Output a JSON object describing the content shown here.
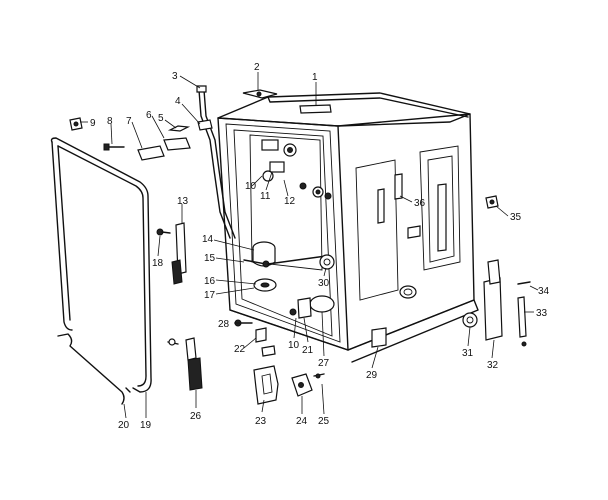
{
  "diagram": {
    "callouts": [
      "1",
      "2",
      "3",
      "4",
      "5",
      "6",
      "7",
      "8",
      "9",
      "10",
      "11",
      "12",
      "13",
      "14",
      "15",
      "16",
      "17",
      "18",
      "19",
      "20",
      "21",
      "22",
      "23",
      "24",
      "25",
      "26",
      "27",
      "28",
      "29",
      "30",
      "31",
      "32",
      "33",
      "34",
      "35",
      "36",
      "10"
    ]
  }
}
